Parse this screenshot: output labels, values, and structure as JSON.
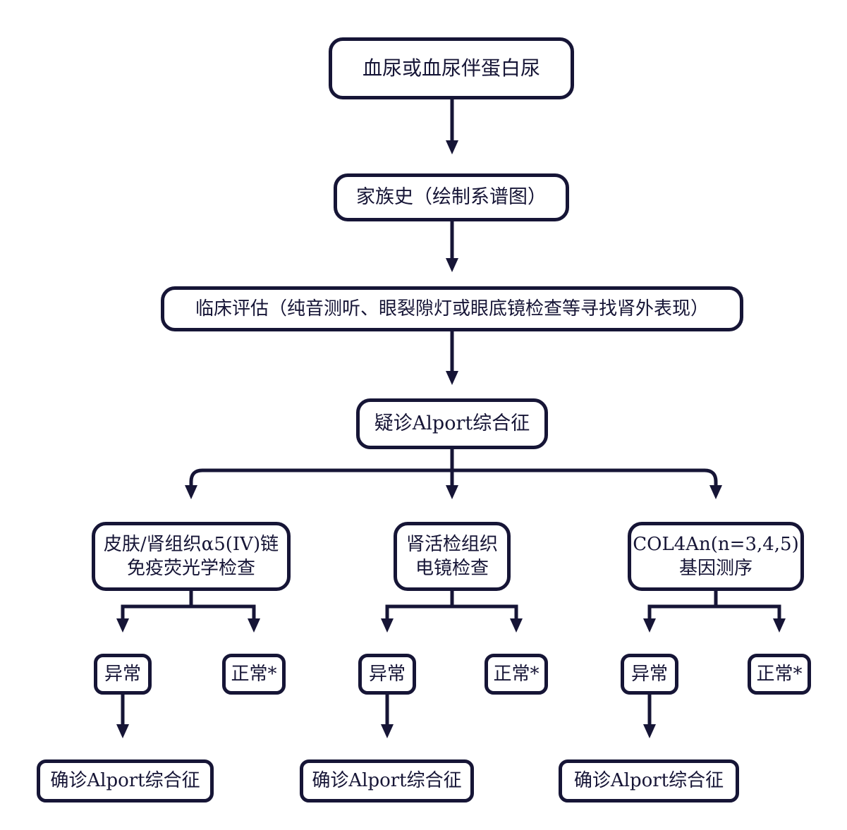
{
  "flowchart": {
    "ink_color": "#161536",
    "background_color": "#ffffff",
    "nodes": {
      "hematuria": {
        "label": "血尿或血尿伴蛋白尿"
      },
      "family_history": {
        "label": "家族史（绘制系谱图）"
      },
      "clinical_eval": {
        "label": "临床评估（纯音测听、眼裂隙灯或眼底镜检查等寻找肾外表现）"
      },
      "suspected": {
        "label": "疑诊Alport综合征"
      }
    },
    "branches": [
      {
        "id": "skin-kidney-immunofluorescence",
        "test_line1": "皮肤/肾组织α5(IV)链",
        "test_line2": "免疫荧光学检查",
        "abnormal_label": "异常",
        "normal_label": "正常*",
        "confirmed_label": "确诊Alport综合征"
      },
      {
        "id": "renal-biopsy-electron-microscopy",
        "test_line1": "肾活检组织",
        "test_line2": "电镜检查",
        "abnormal_label": "异常",
        "normal_label": "正常*",
        "confirmed_label": "确诊Alport综合征"
      },
      {
        "id": "col4a-gene-sequencing",
        "test_line1": "COL4An(n=3,4,5)",
        "test_line2": "基因测序",
        "abnormal_label": "异常",
        "normal_label": "正常*",
        "confirmed_label": "确诊Alport综合征"
      }
    ]
  }
}
